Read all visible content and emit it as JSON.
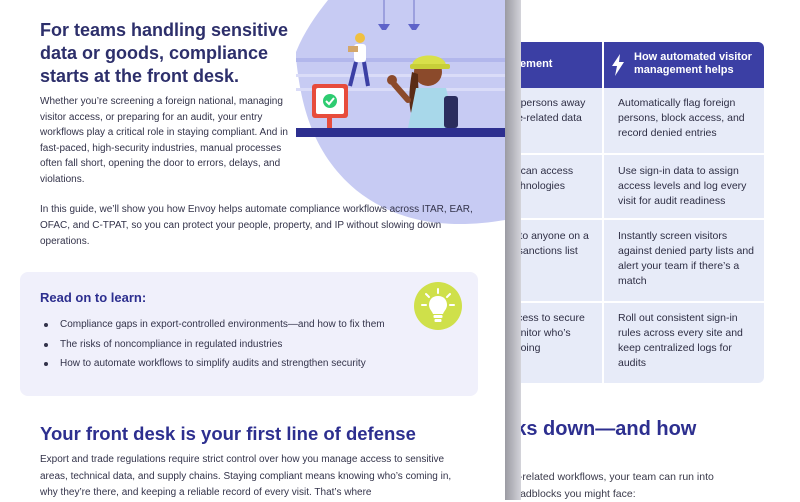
{
  "back_page": {
    "table": {
      "col1_header": "uirement",
      "col2_header": "How automated visitor management helps",
      "rows": [
        {
          "left": [
            "gn persons away",
            "nse-related data"
          ],
          "right": "Automatically flag foreign persons, block access, and record denied entries"
        },
        {
          "left": [
            "ho can access",
            "technologies"
          ],
          "right": "Use sign-in data to assign access levels and log every visit for audit readiness"
        },
        {
          "left": [
            "ss to anyone on a",
            "nt sanctions list"
          ],
          "right": "Instantly screen visitors against denied party lists and alert your team if there’s a match"
        },
        {
          "left": [
            "access to secure",
            "monitor who’s",
            "d going"
          ],
          "right": "Roll out consistent sign-in rules across every site and keep centralized logs for audits"
        }
      ]
    },
    "heading": "eaks down—and how",
    "body_lines": [
      "nce-related workflows, your team can run into",
      "n roadblocks you might face:"
    ]
  },
  "front_page": {
    "title": "For teams handling sensitive data or goods, compliance starts at the front desk.",
    "intro": "Whether you’re screening a foreign national, managing visitor access, or preparing for an audit, your entry workflows play a critical role in staying compliant. And in fast-paced, high-security industries, manual processes often fall short, opening the door to errors, delays, and violations.",
    "intro2": "In this guide, we’ll show you how Envoy helps automate compliance workflows across ITAR, EAR, OFAC, and C-TPAT, so you can protect your people, property, and IP without slowing down operations.",
    "learn": {
      "title": "Read on to learn:",
      "items": [
        "Compliance gaps in export-controlled environments—and how to fix them",
        "The risks of noncompliance in regulated industries",
        "How to automate workflows to simplify audits and strengthen security"
      ]
    },
    "section_heading": "Your front desk is your first line of defense",
    "section_body": "Export and trade regulations require strict control over how you manage access to sensitive areas, technical data, and supply chains. Staying compliant means knowing who’s coming in, why they’re there, and keeping a reliable record of every visit. That’s where"
  },
  "icons": {
    "bolt": "lightning-bolt-icon",
    "bulb": "lightbulb-icon",
    "check": "checkmark-icon"
  },
  "colors": {
    "brand_navy": "#2d2f8f",
    "table_header": "#3b3fa4",
    "table_body": "#e7ebf8",
    "learn_box": "#f0f0fb",
    "bulb_badge": "#cfe04a",
    "hero_blob": "#c7cbf3"
  }
}
